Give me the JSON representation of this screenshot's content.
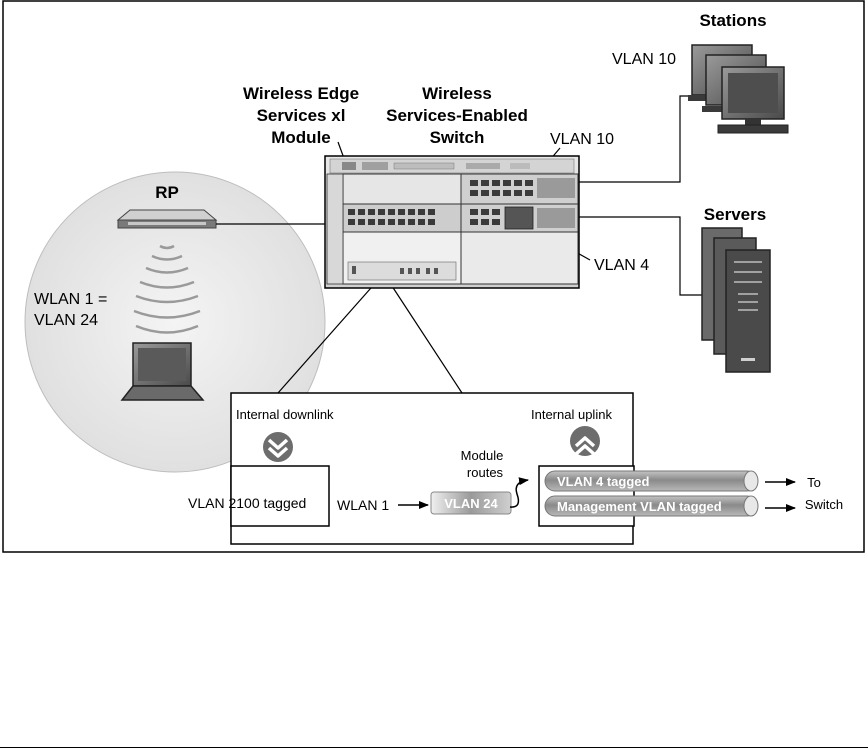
{
  "labels": {
    "stations": "Stations",
    "vlan10_stations": "VLAN 10",
    "servers": "Servers",
    "vlan10_switch": "VLAN 10",
    "vlan4": "VLAN 4",
    "wireless_edge_module": [
      "Wireless Edge",
      "Services xl",
      "Module"
    ],
    "wireless_switch": [
      "Wireless",
      "Services-Enabled",
      "Switch"
    ],
    "rp": "RP",
    "wlan_vlan": [
      "WLAN 1 =",
      "VLAN 24"
    ],
    "internal_downlink": "Internal downlink",
    "internal_uplink": "Internal uplink",
    "vlan2100": "VLAN 2100 tagged",
    "wlan1": "WLAN 1",
    "vlan24_pill": "VLAN 24",
    "module_routes": [
      "Module",
      "routes"
    ],
    "vlan4_tagged": "VLAN 4 tagged",
    "mgmt_vlan_tagged": "Management VLAN tagged",
    "to_switch": [
      "To",
      "Switch"
    ]
  },
  "colors": {
    "stroke": "#000000",
    "pill_dark": "#8c8c8c",
    "pill_light": "#d8d8d8",
    "wireless_zone": "#e6e6e6",
    "chevron_fill": "#6d6d6d"
  },
  "icons": [
    "stations-icon",
    "servers-icon",
    "switch-chassis-icon",
    "radio-port-icon",
    "laptop-icon",
    "chevron-down-icon",
    "chevron-up-icon",
    "arrow-right-icon"
  ]
}
